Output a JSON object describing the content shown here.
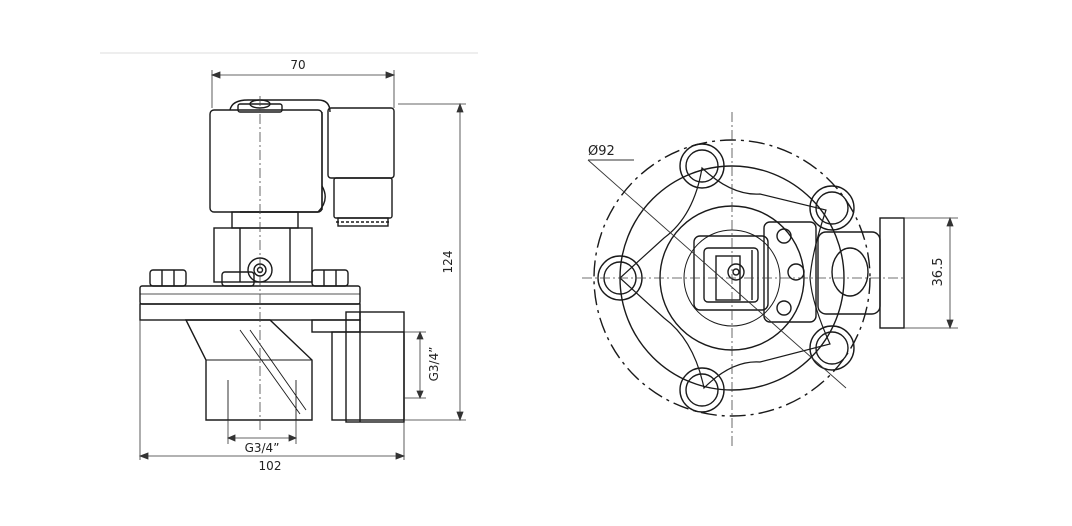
{
  "side_view": {
    "width_top": "70",
    "height": "124",
    "outlet_thread": "G3/4”",
    "inlet_thread": "G3/4”",
    "overall_length": "102"
  },
  "top_view": {
    "diameter": "Ø92",
    "flange_height": "36.5"
  }
}
